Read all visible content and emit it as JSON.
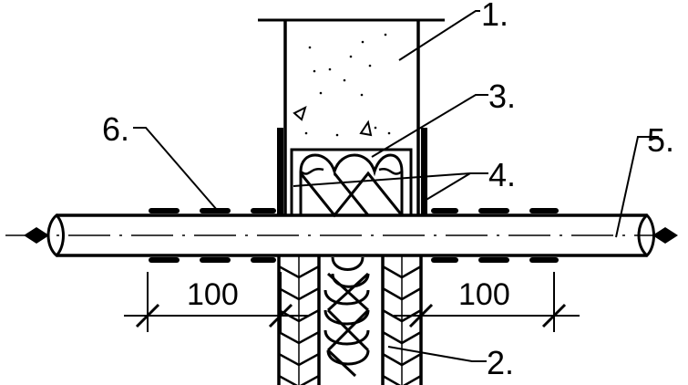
{
  "labels": {
    "l1": "1.",
    "l2": "2.",
    "l3": "3.",
    "l4": "4.",
    "l5": "5.",
    "l6": "6."
  },
  "dimensions": {
    "left": "100",
    "right": "100"
  }
}
